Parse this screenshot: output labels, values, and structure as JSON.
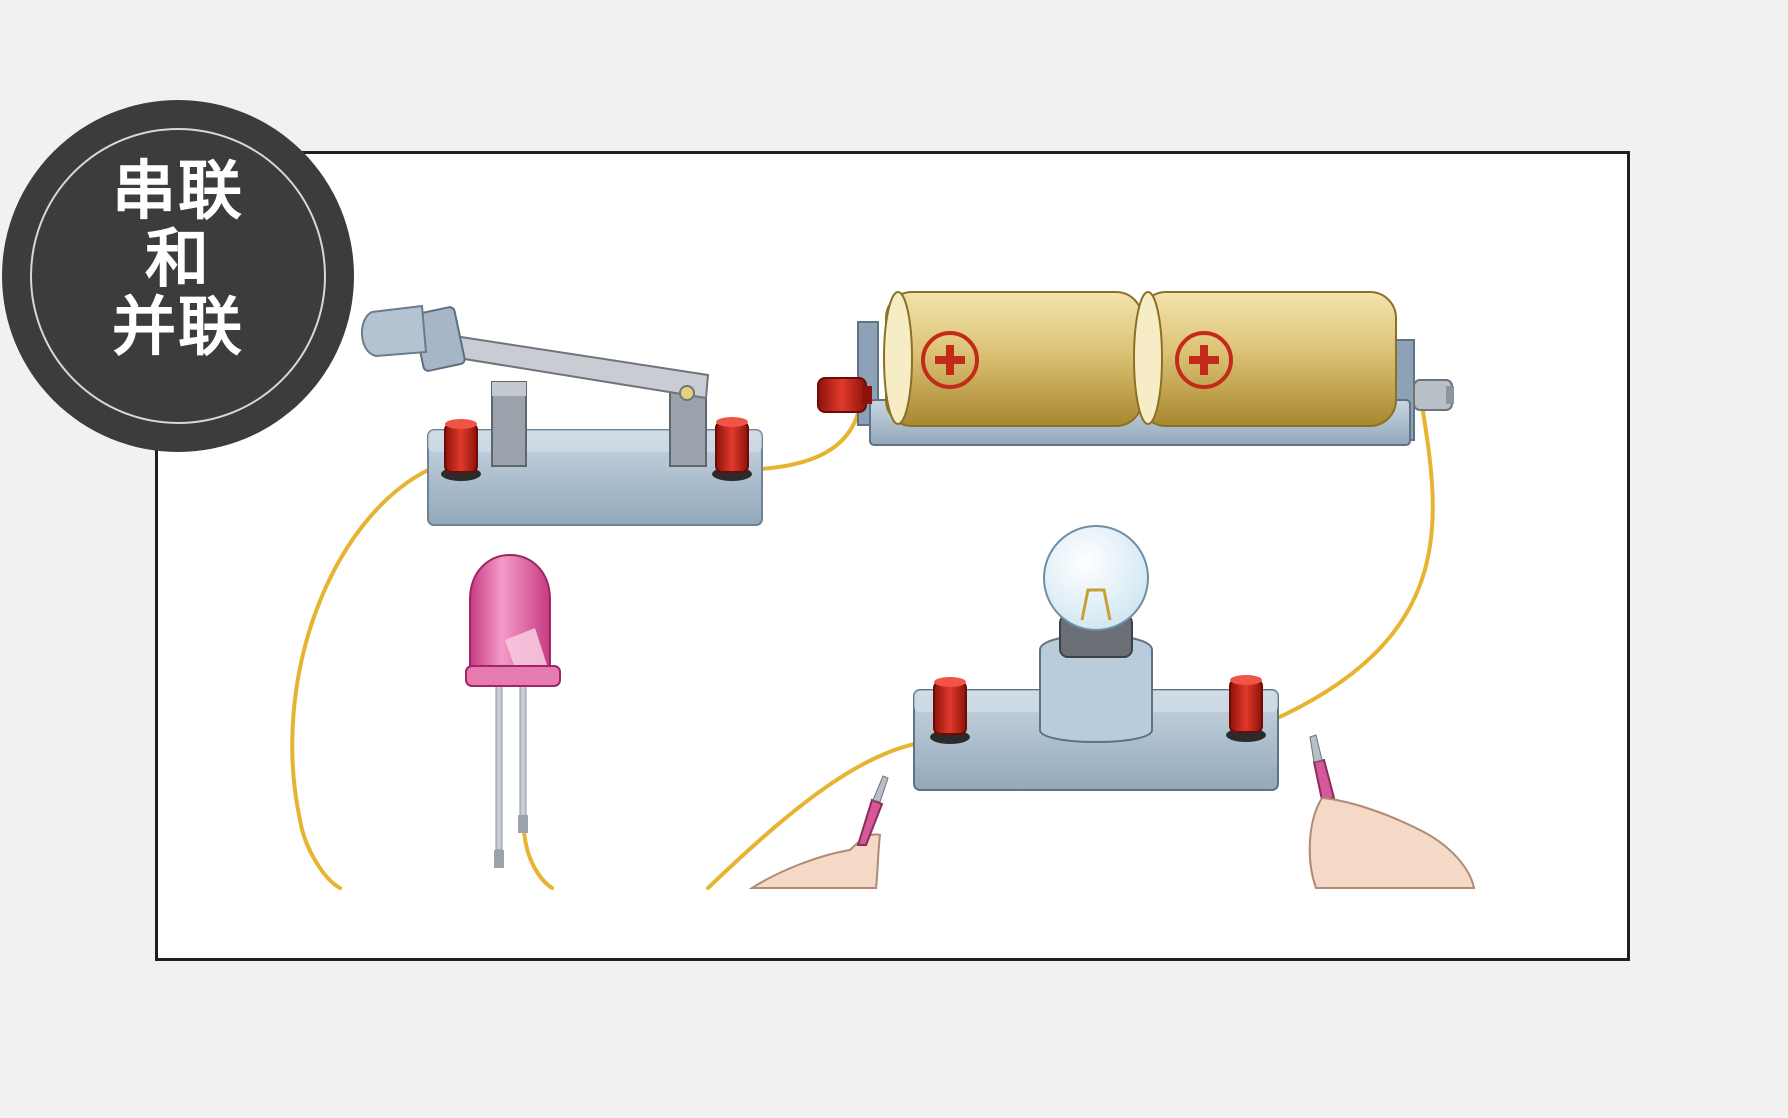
{
  "title": {
    "lines": [
      "串联",
      "和",
      "并联"
    ]
  },
  "components": {
    "battery_icon": "plus-icon",
    "colors": {
      "background": "#f1f1f1",
      "frame_border": "#1f1f1f",
      "badge": "#3c3c3c",
      "wire": "#e6b430",
      "terminal": "#c81e14",
      "base": "#a9bccd",
      "battery": "#dcc276",
      "led": "#e0559a"
    }
  }
}
